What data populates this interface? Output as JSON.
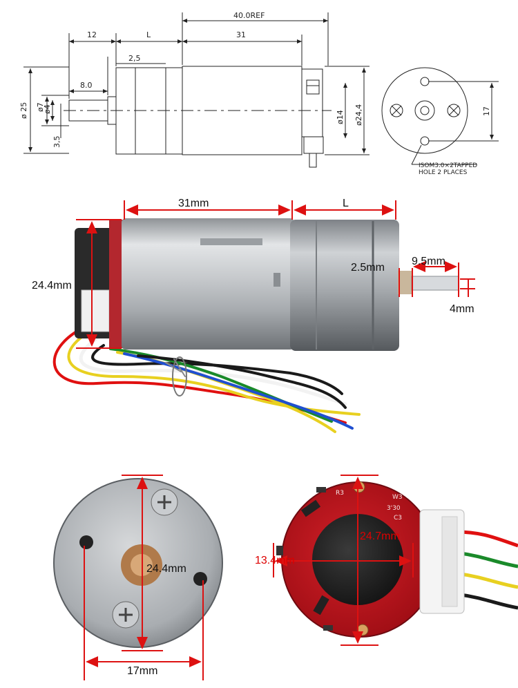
{
  "drawing": {
    "ref_40": "40.0REF",
    "dim_12": "12",
    "dim_L": "L",
    "dim_31": "31",
    "dim_2_5": "2,5",
    "dim_8_0": "8.0",
    "dim_phi25": "ø 25",
    "dim_phi7": "ø7",
    "dim_phi4": "ø4",
    "dim_3_5": "3,5",
    "dim_phi14": "ø14",
    "dim_phi24_4": "ø24,4",
    "dim_17": "17",
    "note_line1": "ISOM3.0×2TAPPED",
    "note_line2": "HOLE 2 PLACES"
  },
  "photo_side": {
    "label_31mm": "31mm",
    "label_L": "L",
    "label_24_4": "24.4mm",
    "label_2_5": "2.5mm",
    "label_9_5": "9.5mm",
    "label_4": "4mm"
  },
  "photo_gearbox": {
    "label_24_4": "24.4mm",
    "label_17": "17mm"
  },
  "photo_encoder": {
    "label_24_7": "24.7mm",
    "label_13_4": "13.4mm",
    "pcb_text_r3": "R3",
    "pcb_text_w3": "W3",
    "pcb_text_c3": "C3",
    "pcb_text_330": "3'30"
  },
  "colors": {
    "dimension_red": "#dd1111",
    "pcb_red": "#c8141e",
    "metal_silver": "#b9bcc0",
    "wire_red": "#e01010",
    "wire_black": "#1a1a1a",
    "wire_yellow": "#e8d020",
    "wire_green": "#1a8a2a",
    "wire_blue": "#1f4fd0",
    "wire_white": "#f2f2f2"
  }
}
